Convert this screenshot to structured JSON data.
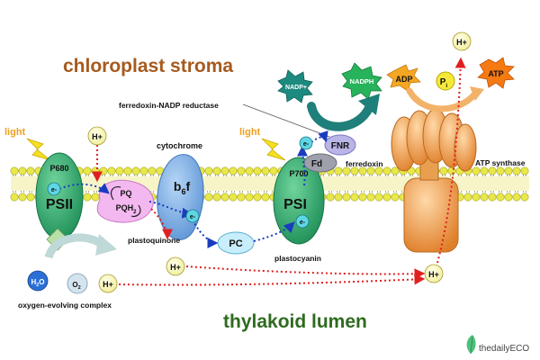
{
  "regions": {
    "stroma": "chloroplast stroma",
    "lumen": "thylakoid lumen"
  },
  "light": [
    "light",
    "light"
  ],
  "psii": {
    "code": "P680",
    "label": "PSII",
    "electron": "e-"
  },
  "pq": {
    "top": "PQ",
    "bottom_main": "PQH",
    "bottom_sub": "2",
    "caption": "plastoquinone"
  },
  "cytochrome": {
    "caption": "cytochrome",
    "label_main": "b",
    "label_sub": "6",
    "label_tail": "f",
    "electron": "e-"
  },
  "pc": {
    "label": "PC",
    "caption": "plastocyanin"
  },
  "psi": {
    "code": "P700",
    "label": "PSI",
    "electron": "e-"
  },
  "fd": {
    "label": "Fd",
    "caption": "ferredoxin",
    "electron": "e-"
  },
  "fnr": {
    "label": "FNR",
    "caption": "ferredoxin-NADP reductase"
  },
  "nadp": {
    "reactant": "NADP+",
    "product": "NADPH"
  },
  "atp": {
    "adp": "ADP",
    "pi_main": "P",
    "pi_sub": "i",
    "product": "ATP",
    "caption": "ATP synthase"
  },
  "ions": {
    "h2o_main": "H",
    "h2o_sub": "2",
    "h2o_tail": "O",
    "o2_main": "O",
    "o2_sub": "2",
    "h_plus": "H+"
  },
  "oec": "oxygen-evolving complex",
  "brand": "thedailyECO",
  "colors": {
    "membrane_head": "#e8e84a",
    "photosystem": "#2aaa6a",
    "cytochrome": "#7fb2e6",
    "pq": "#f2b6f0",
    "pc": "#c7eefa",
    "atp_synthase": "#f0a15a",
    "stroma_text": "#a65a1e",
    "lumen_text": "#2e6b1e",
    "light_text": "#f0a020",
    "flow_arrow": "#2a8a86",
    "dotted_electron": "#1a3cbf",
    "dotted_proton": "#e02020"
  }
}
